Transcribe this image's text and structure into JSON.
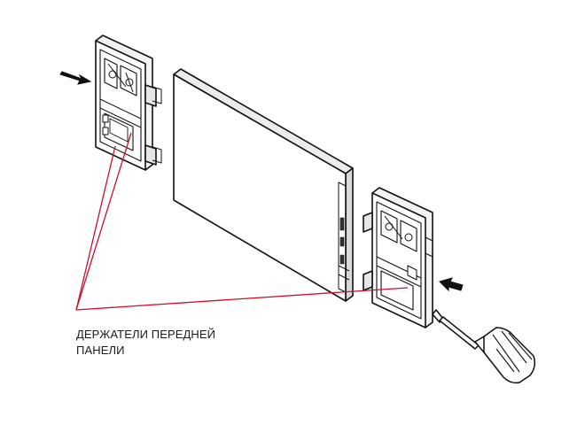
{
  "callout": {
    "line1": "ДЕРЖАТЕЛИ ПЕРЕДНЕЙ",
    "line2": "ПАНЕЛИ",
    "leader_color": "#c8102e"
  },
  "parts": {
    "left_holder_icon": "front-panel-holder-left",
    "right_holder_icon": "front-panel-holder-right",
    "panel_icon": "front-panel",
    "tool_icon": "screwdriver",
    "direction_icon": "arrow"
  }
}
